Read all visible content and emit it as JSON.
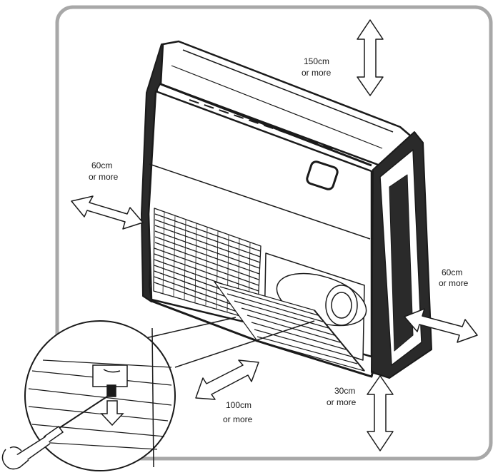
{
  "frame_color": "#a8a8a8",
  "unit_color": "#1a1a1a",
  "clearances": {
    "top": {
      "distance": "150cm",
      "qualifier": "or more"
    },
    "left": {
      "distance": "60cm",
      "qualifier": "or more"
    },
    "right": {
      "distance": "60cm",
      "qualifier": "or more"
    },
    "front": {
      "distance": "100cm",
      "qualifier": "or more"
    },
    "bottom": {
      "distance": "30cm",
      "qualifier": "or more"
    }
  },
  "icons": [
    "double-arrow-icon",
    "screwdriver-icon",
    "down-arrow-icon"
  ]
}
